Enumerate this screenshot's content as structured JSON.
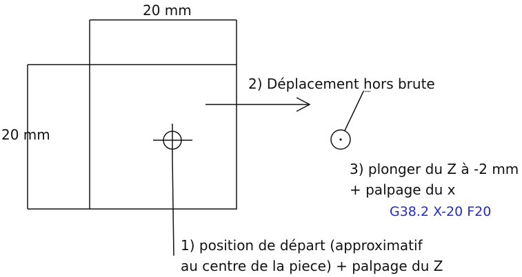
{
  "dimensions": {
    "top": "20 mm",
    "left": "20 mm"
  },
  "steps": {
    "step1": {
      "line1": "1) position de départ  (approximatif",
      "line2": "au centre de la piece) + palpage du Z"
    },
    "step2": {
      "text": "2) Déplacement hors brute"
    },
    "step3": {
      "line1": "3) plonger du Z à -2 mm",
      "line2": "+ palpage du x",
      "gcode": "G38.2 X-20 F20"
    }
  },
  "colors": {
    "lines": "#111111",
    "gcode": "#1f2bd0"
  }
}
